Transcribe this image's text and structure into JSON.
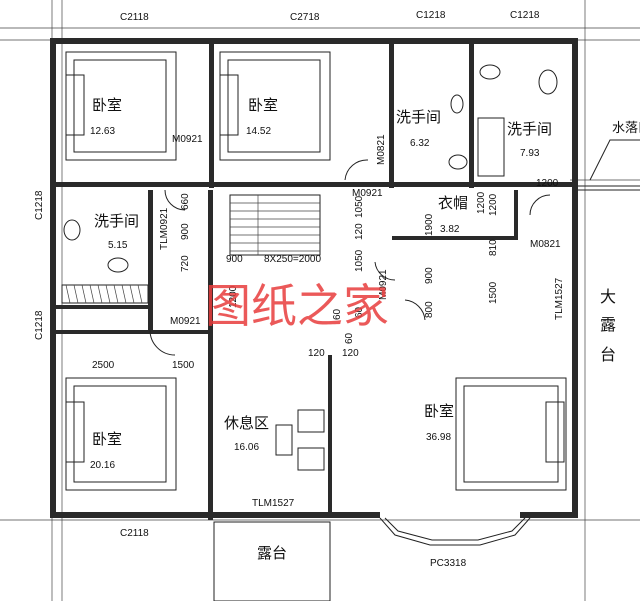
{
  "rooms": [
    {
      "key": "bedroom_nw",
      "name": "卧室",
      "area": "12.63"
    },
    {
      "key": "bedroom_n",
      "name": "卧室",
      "area": "14.52"
    },
    {
      "key": "bath_n1",
      "name": "洗手间",
      "area": "6.32"
    },
    {
      "key": "bath_n2",
      "name": "洗手间",
      "area": "7.93"
    },
    {
      "key": "bath_w",
      "name": "洗手间",
      "area": "5.15"
    },
    {
      "key": "closet",
      "name": "衣帽",
      "area": "3.82"
    },
    {
      "key": "bedroom_sw",
      "name": "卧室",
      "area": "20.16"
    },
    {
      "key": "lounge",
      "name": "休息区",
      "area": "16.06"
    },
    {
      "key": "master",
      "name": "卧室",
      "area": "36.98"
    }
  ],
  "terrace": {
    "east": "大\n露\n台",
    "south": "露台"
  },
  "drain_label": "水落口",
  "windows": [
    "C2118",
    "C2718",
    "C1218",
    "C1218",
    "C1218",
    "C1218",
    "C2118",
    "PC3318"
  ],
  "doors": [
    "M0921",
    "M0821",
    "M0921",
    "TLM0921",
    "M0921",
    "M0921",
    "M0821",
    "TLM1527",
    "TLM1527"
  ],
  "dimensions": [
    "1200",
    "660",
    "900",
    "720",
    "900",
    "8X250=2000",
    "1050",
    "120",
    "1050",
    "60",
    "1900",
    "810",
    "1200",
    "1500",
    "800",
    "900",
    "60",
    "60",
    "120",
    "120",
    "2500",
    "1500",
    "1200",
    "1200"
  ],
  "watermark": "图纸之家"
}
